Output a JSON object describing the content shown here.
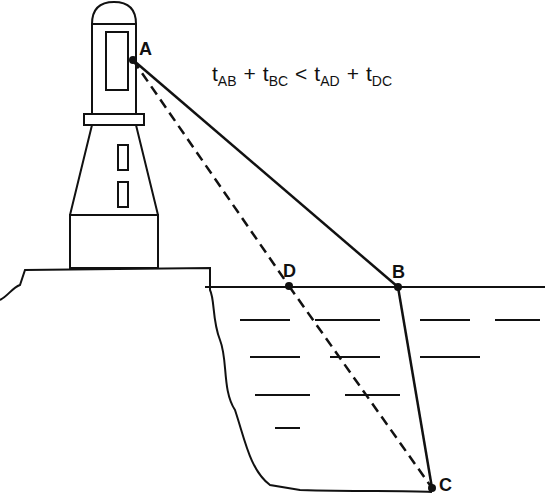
{
  "diagram": {
    "labels": [
      "A",
      "D",
      "B",
      "C",
      "t",
      "AB",
      "+",
      "t",
      "BC",
      "<",
      "t",
      "AD",
      "+",
      "t",
      "DC"
    ]
  }
}
